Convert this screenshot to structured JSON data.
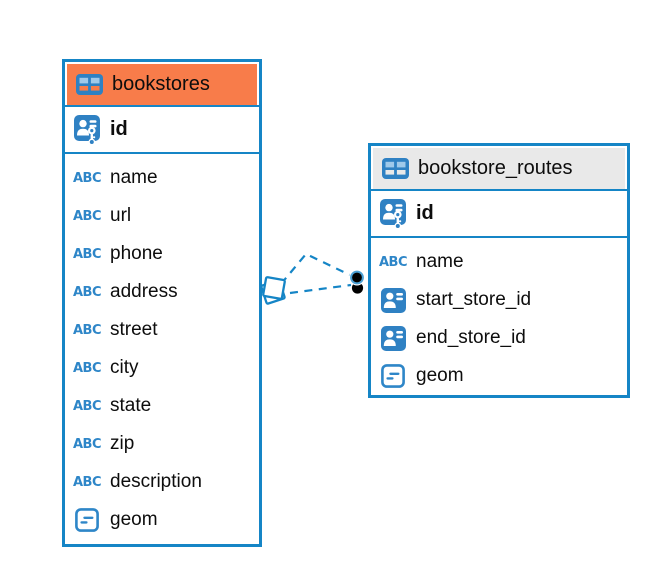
{
  "colors": {
    "table_border": "#1585c6",
    "header_orange": "#f87c4a",
    "header_gray": "#e9e9e9",
    "icon_blue": "#2f81c3",
    "icon_cell_light": "#9fc9ea",
    "accent_blue": "#2e86c8",
    "relation_line": "#1585c6",
    "marker_black": "#000000",
    "text": "#0d0d0d"
  },
  "icon_labels": {
    "abc": "ABC"
  },
  "tables": [
    {
      "name": "bookstores",
      "header_style": "orange",
      "primary_key": {
        "name": "id"
      },
      "columns": [
        {
          "name": "name",
          "type": "text"
        },
        {
          "name": "url",
          "type": "text"
        },
        {
          "name": "phone",
          "type": "text"
        },
        {
          "name": "address",
          "type": "text"
        },
        {
          "name": "street",
          "type": "text"
        },
        {
          "name": "city",
          "type": "text"
        },
        {
          "name": "state",
          "type": "text"
        },
        {
          "name": "zip",
          "type": "text"
        },
        {
          "name": "description",
          "type": "text"
        },
        {
          "name": "geom",
          "type": "geometry"
        }
      ]
    },
    {
      "name": "bookstore_routes",
      "header_style": "gray",
      "primary_key": {
        "name": "id"
      },
      "columns": [
        {
          "name": "name",
          "type": "text"
        },
        {
          "name": "start_store_id",
          "type": "reference"
        },
        {
          "name": "end_store_id",
          "type": "reference"
        },
        {
          "name": "geom",
          "type": "geometry"
        }
      ]
    }
  ],
  "relations": [
    {
      "from": "bookstore_routes.start_store_id",
      "to": "bookstores.id",
      "style": "dashed"
    },
    {
      "from": "bookstore_routes.end_store_id",
      "to": "bookstores.id",
      "style": "dashed"
    }
  ]
}
